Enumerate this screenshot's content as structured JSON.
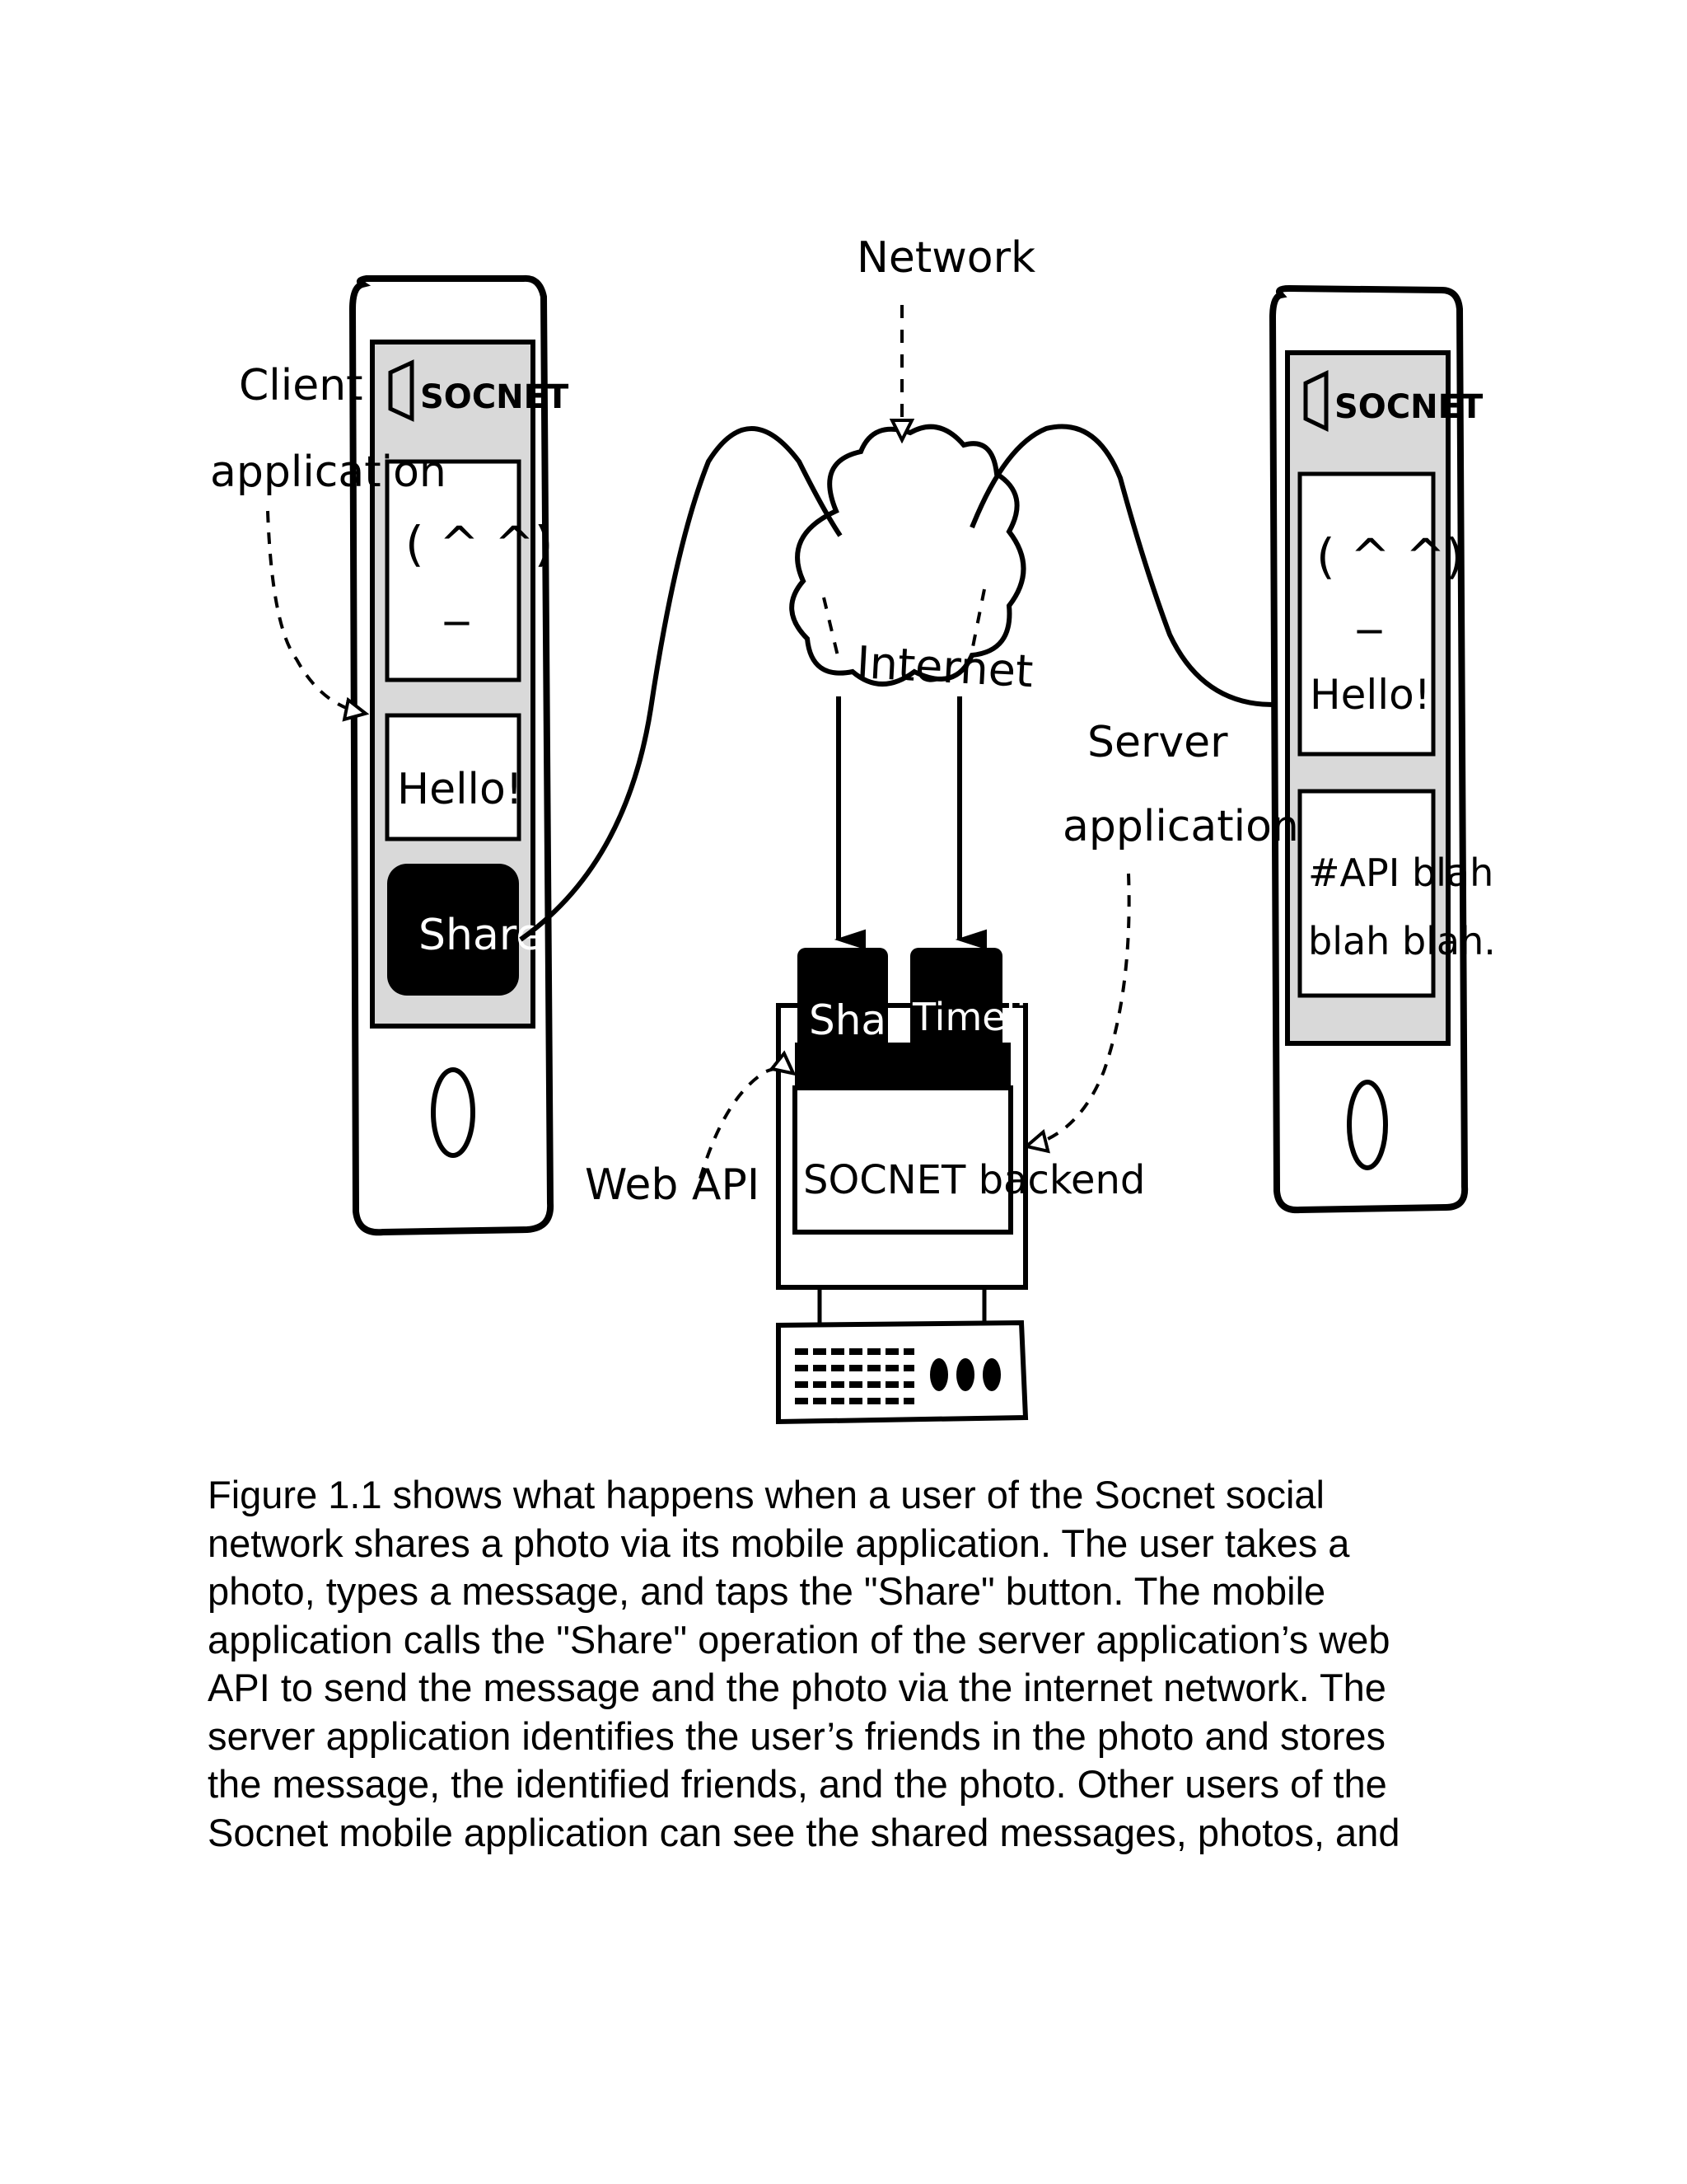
{
  "diagram": {
    "labels": {
      "network": "Network",
      "client_application": [
        "Client",
        "application"
      ],
      "server_application": [
        "Server",
        "application"
      ],
      "internet": "Internet",
      "web_api": "Web API",
      "backend": "SOCNET backend"
    },
    "left_phone": {
      "brand": "SOCNET",
      "photo_face": [
        "( ^ ^)",
        "_"
      ],
      "message": "Hello!",
      "button": "Share"
    },
    "right_phone": {
      "brand": "SOCNET",
      "photo_face": [
        "( ^ ^)",
        "_"
      ],
      "message": "Hello!",
      "post": [
        "#API blah",
        "blah blah."
      ]
    },
    "server_ops": {
      "share": "Share",
      "timeline": "Timeline"
    }
  },
  "caption": {
    "lines": [
      "Figure 1.1 shows what happens when a user of the Socnet social",
      "network shares a photo via its mobile application. The user takes a",
      "photo, types a message, and taps the \"Share\" button. The mobile",
      "application calls the \"Share\" operation of the server application’s web",
      "API to send the message and the photo via the internet network. The",
      "server application identifies the user’s friends in the photo and stores",
      "the message, the identified friends, and the photo. Other users of the",
      "Socnet mobile application can see the shared messages, photos, and"
    ]
  }
}
